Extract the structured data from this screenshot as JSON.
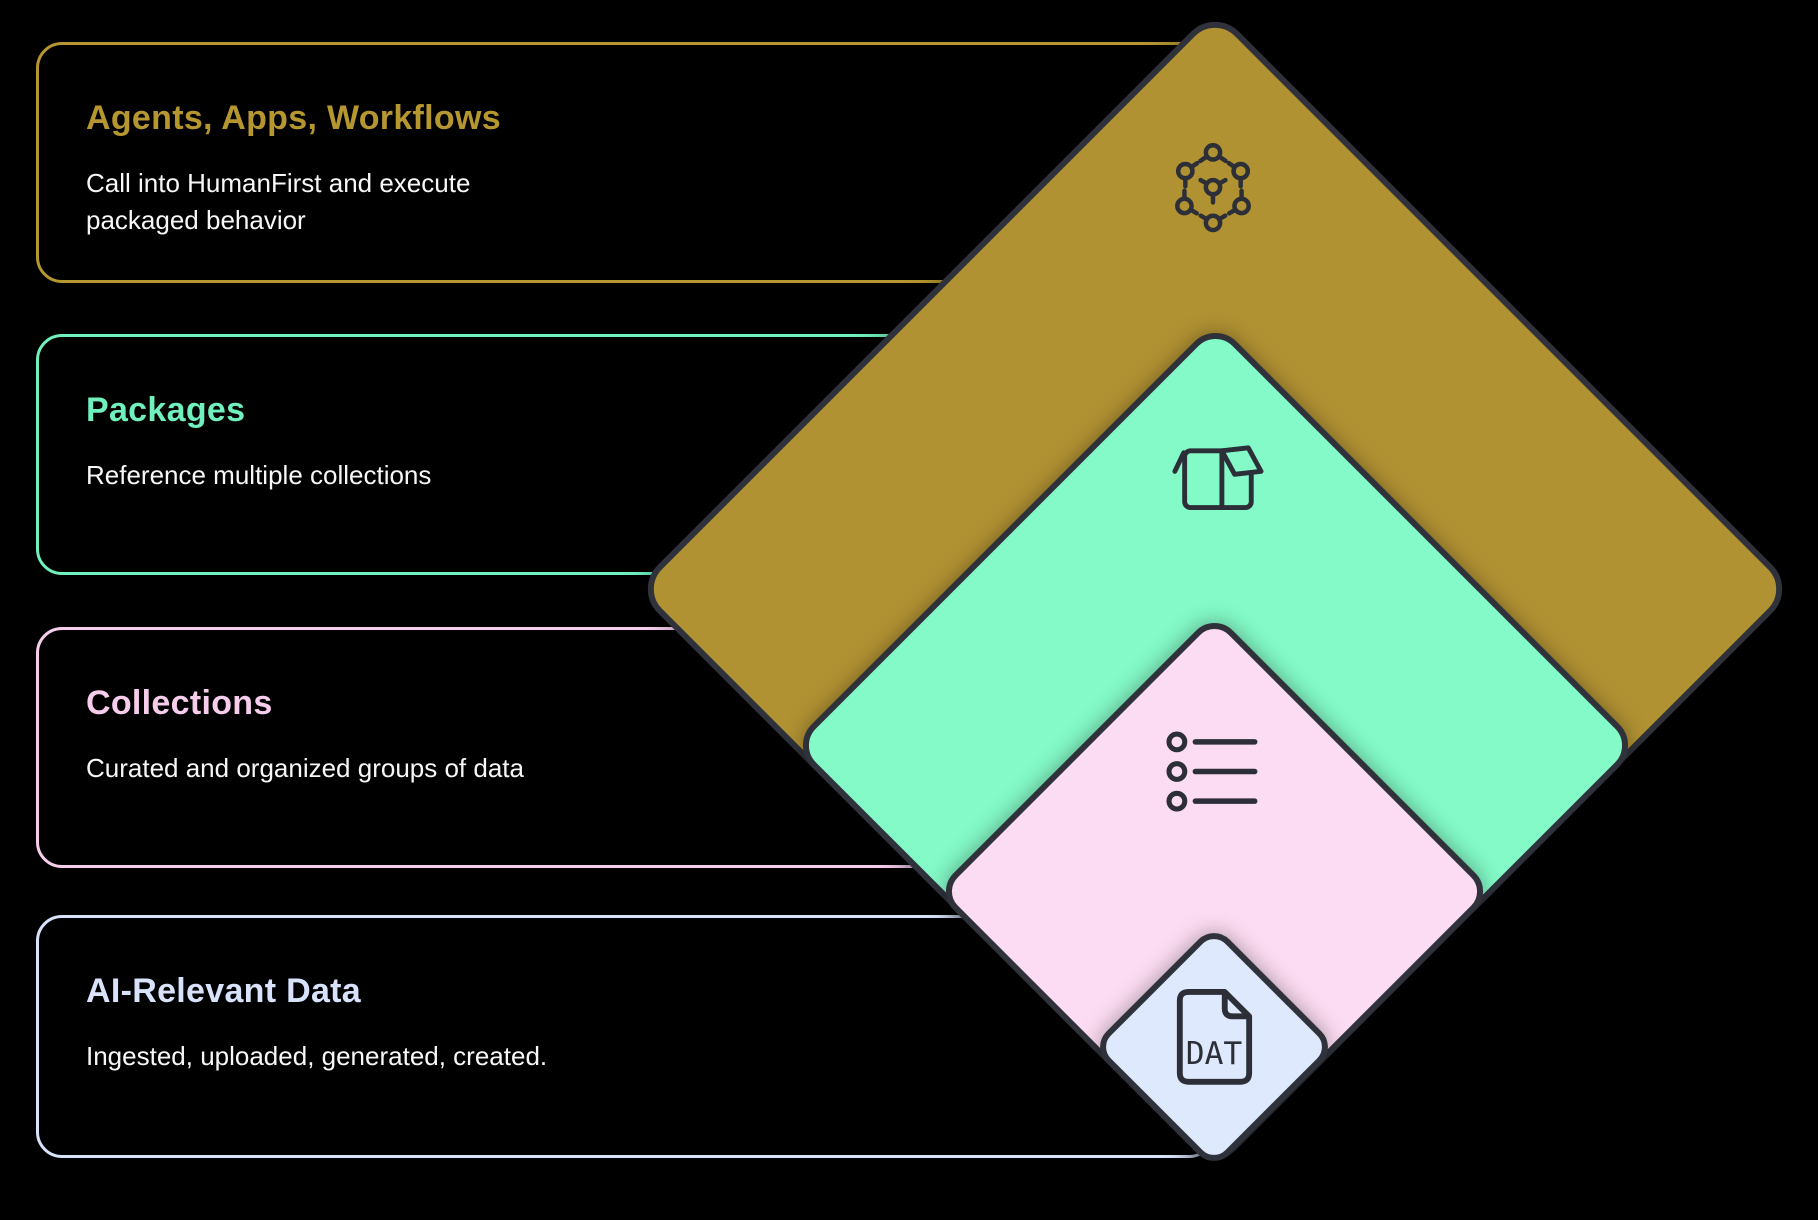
{
  "cards": [
    {
      "title": "Agents, Apps, Workflows",
      "description": "Call into HumanFirst and execute\npackaged behavior",
      "accent": "#b5962f"
    },
    {
      "title": "Packages",
      "description": "Reference multiple collections",
      "accent": "#70f0bc"
    },
    {
      "title": "Collections",
      "description": "Curated and organized groups of data",
      "accent": "#f6cdeb"
    },
    {
      "title": "AI-Relevant Data",
      "description": "Ingested, uploaded, generated, created.",
      "accent": "#d8e3fb"
    }
  ],
  "diamonds": [
    {
      "layer": "agents-apps-workflows",
      "fill": "#b19233",
      "icon": "network-icon"
    },
    {
      "layer": "packages",
      "fill": "#83fac7",
      "icon": "package-icon"
    },
    {
      "layer": "collections",
      "fill": "#fcdcf2",
      "icon": "list-icon"
    },
    {
      "layer": "ai-relevant-data",
      "fill": "#dfe9fd",
      "icon": "file-icon",
      "file_label": "DAT"
    }
  ],
  "colors": {
    "background": "#000000",
    "outline": "#2f323a",
    "body_text": "#f7f7f7"
  }
}
